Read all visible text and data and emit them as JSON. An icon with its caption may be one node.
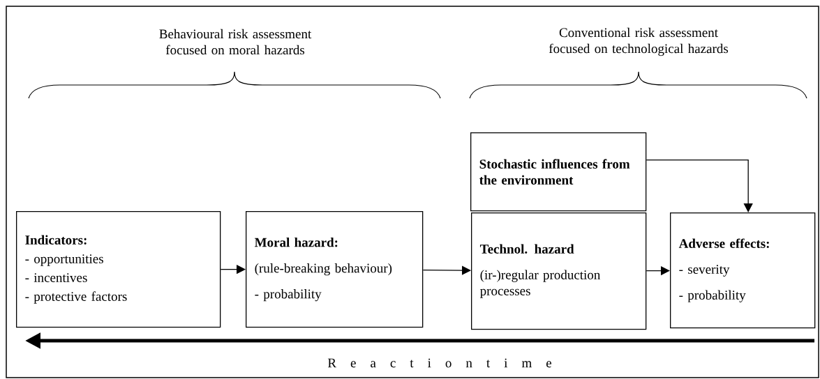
{
  "diagram": {
    "nodes": [
      {
        "text": [
          "Indicators:",
          "- opportunities",
          "- incentives",
          "- protective factors"
        ]
      },
      {
        "text": [
          "Moral hazard:",
          "(rule-breaking behaviour)",
          "- probability"
        ]
      },
      {
        "text": [
          "Stochastic influences from the environment"
        ]
      },
      {
        "text": [
          "Technol. hazard",
          "(ir-)regular production processes"
        ]
      },
      {
        "text": [
          "Adverse effects:",
          "- severity",
          "- probability"
        ]
      }
    ],
    "edges": [
      {
        "from": 0,
        "to": 1,
        "arrow": "to"
      },
      {
        "from": 1,
        "to": 3,
        "arrow": "to"
      },
      {
        "from": 3,
        "to": 4,
        "arrow": "to"
      },
      {
        "from": 2,
        "to": 4,
        "arrow": "to"
      }
    ],
    "labels": [
      "Behavioural risk assessment focused on moral hazards",
      "Conventional risk assessment focused on technological hazards",
      "R e a c t i o n t i m e"
    ]
  }
}
